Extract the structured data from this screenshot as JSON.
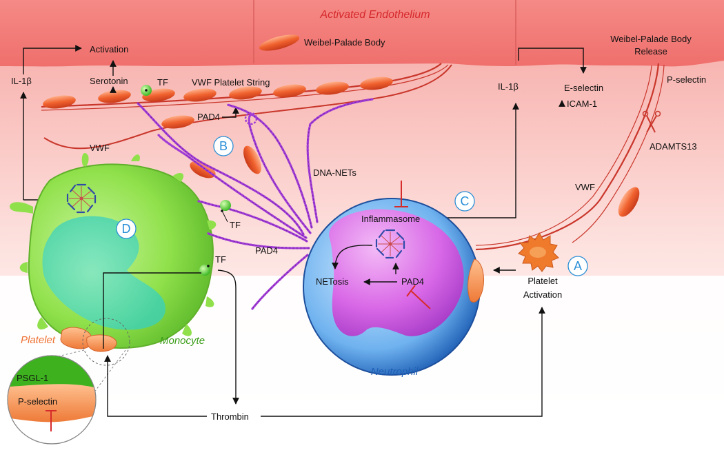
{
  "title": "Activated Endothelium",
  "labels": {
    "weibel_palade_body": "Weibel-Palade Body",
    "wpb_release_line1": "Weibel-Palade Body",
    "wpb_release_line2": "Release",
    "p_selectin_top": "P-selectin",
    "activation": "Activation",
    "serotonin": "Serotonin",
    "tf_top": "TF",
    "vwf_platelet_string": "VWF Platelet String",
    "il1b_left": "IL-1β",
    "il1b_right": "IL-1β",
    "e_selectin": "E-selectin",
    "icam1": "ICAM-1",
    "pad4_top": "PAD4",
    "vwf_left": "VWF",
    "vwf_right": "VWF",
    "adamts13": "ADAMTS13",
    "dna_nets": "DNA-NETs",
    "tf_mid": "TF",
    "pad4_mid": "PAD4",
    "tf_monocyte": "TF",
    "inflammasome": "Inflammasome",
    "netosis": "NETosis",
    "pad4_nucleus": "PAD4",
    "platelet_activation_line1": "Platelet",
    "platelet_activation_line2": "Activation",
    "platelet": "Platelet",
    "monocyte": "Monocyte",
    "neutrophil": "Neutrophil",
    "thrombin": "Thrombin",
    "psgl1": "PSGL-1",
    "p_selectin_inset": "P-selectin"
  },
  "badges": {
    "a": "A",
    "b": "B",
    "c": "C",
    "d": "D"
  },
  "colors": {
    "endothelium": "#f07a7a",
    "endothelium_fade": "#fde8e6",
    "title_red": "#d6282b",
    "platelet_orange": "#ee7030",
    "vwf_red": "#c9362b",
    "net_purple": "#a13bd6",
    "monocyte_green": "#7ddb3c",
    "neutrophil_blue": "#2f7fd8",
    "nucleus_magenta": "#d23fe0",
    "badge_blue": "#2a8fd6",
    "inhibit_red": "#d62b2b"
  }
}
